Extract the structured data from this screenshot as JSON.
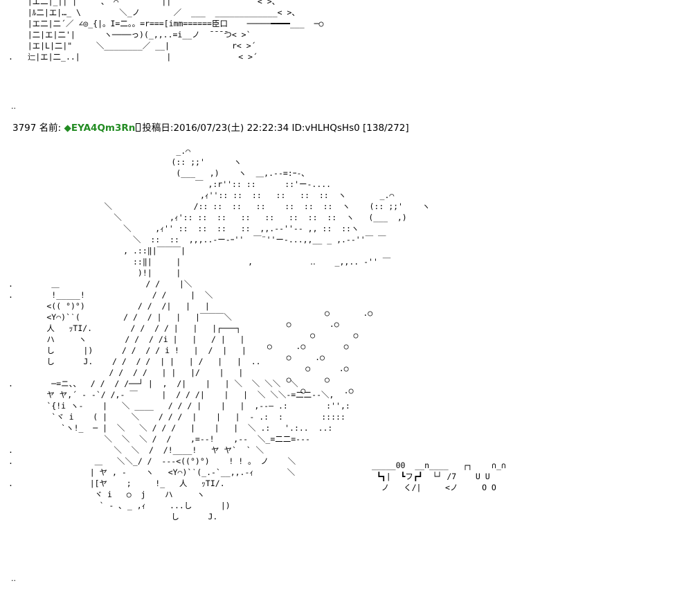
{
  "prev_post": {
    "art": "    |エ二|_|| |     、 ⌒ˋ        ||                  < >、\n    |ﾙ二|エ|…_ \\        ＼_ノ       ／  ___  _____________< >、\n    |エ二|二´／ ∠◎_{|。I=二。。=r===[imm======臣口    ─────━━━━___  ─○\n    |二|エ|二'|      ヽ────っ)(_,,..=i__ノ  ̄ ̄ ̄ ̄つ< >`\n    |エ|L|二|\"     ＼________／ __|             r< >´\n.   辷|エ|二_..|                  |              < >´",
    "dots": ".."
  },
  "post": {
    "number": "3797",
    "name_label": "名前:",
    "trip": "◆EYA4Qm3Rn",
    "date_label": "投稿日:",
    "date": "2016/07/23(土) 22:22:34",
    "id": "ID:vHLHQsHs0",
    "count": "[138/272]",
    "art": "                                   _.⌒\n                                  (:: ;;'      ヽ\n                                   (___   ,)    ヽ  ＿,.-‐=:ｰ-､\n                                       ￣ ,:r'':: ::      ::'ー-....\n                                        ,ｨ'':: ::  ::   ::   ::  ::  ヽ       _.⌒\n                    ＼                 /:: ::  ::   ::    ::  ::  ::  ヽ    (:: ;;'    ヽ\n                      ＼          ,ｨ':: ::  ::   ::   ::   ::  ::  ::  ヽ   (___  ,)\n                        ＼     ,ｨ'' ::  ::  ::   ::  ,,.-‐''‐- ,, ::  ::ヽ\n                          ＼  ::  ::  ,,,..-ー-ｰ''  ￣¨''ー-...,,__ _ ,.-‐''￣ ￣\n                        , .::‖|￣￣￣|\n                          ::‖|     |              ,            ‥    _,,.. -'' ￣\n                           )!|     |\n.        ＿                  / /    |＼\n.        !_____!              / /     |  ＼\n        <(( °)°)           / /  /|   |   |\n        <Y⌒)`ˋ(         / /  / |   |   |￣￣￣＼\n        人   ｯTI/.        / /  / / |   |   |┌───┐\n        ハ     ヽ        / /  / /i |   |   / |   |\n        し      |)      / /  / / i !   |  /  |   |\n        し      J.    / /  / /  | |   | /   |   |  ..\n                     / /  / /   | |   |/    |   |\n.        ─=ニ、、  / /  / /──┘ |  ,  /|    |   | ＼  ＼ ＼＼  ＼\n        ヤ ヤ,´ ‐ ‐`/ /,- ￣     |  / / /|    |   |  ＼ ＼＼‐=二二‐-＼,\n        `{!i ヽ-    |   ＼ ____   / / / |    |   |  ,‐-― .:        :'',:\n         `ヾ i    ( |     ＼    / / /  |    |   |  ‐ .:  :        :::::\n           `ヽ!_  ─ |  ＼   ＼ / / /   |    |   |  ＼ .:   '.:..  ..:\n                    ＼  ＼  ＼ /  /    ,=‐‐!    ,‐‐  ＼_=二二=‐‐-\n.                     ＼  ＼  /  /!____!   ヤ ヤ`  ` ＼\n.                 ＿   ＼＼_/ /  ‐-‐<((°)°)    ! ! 。 ノ    ＼\n                 | ヤ , ‐    ヽ   <Y⌒)`ˋ(_.‐`__,,.-ｨ       ＼\n.                |[ヤ    ;     !_   人   ｯTI/.\n                  ヾ i   ○  j    ハ     ヽ\n                   ` ‐ ､ _ ,ｨ     ...し      |)\n                                  し      J.",
    "circles_art": "                                                                  ○       .○\n                                                          ○        .○\n                                                               ○        ○\n                                                      ○     .○        ○\n                                                          ○     .○\n                                                              ○      .○\n                                                          ○       ○\n                                                             ○        .○",
    "sign_art": "                                                     _____00  __n____   ┌┐    ∩_∩\n                                                      ┗┓|  ┗フ┏┛  └┘ /7    U U\n                                                       ノ   く/|     <ノ     O O"
  },
  "trailing_dots": ".."
}
